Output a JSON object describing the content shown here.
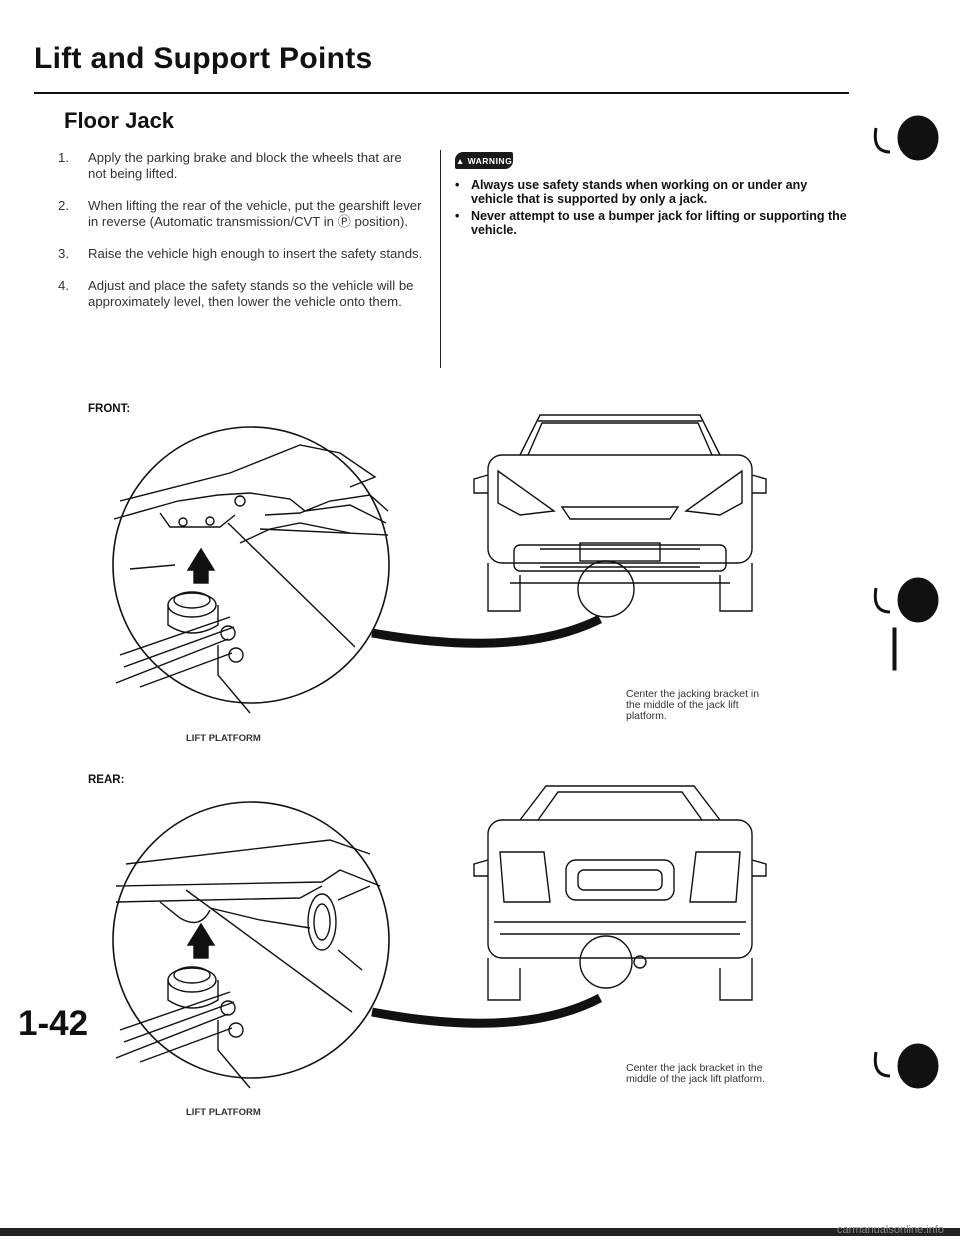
{
  "header": {
    "title": "Lift and Support Points"
  },
  "section": {
    "title": "Floor Jack"
  },
  "steps": [
    {
      "num": "1.",
      "text": "Apply the parking brake and block the wheels that are not being lifted."
    },
    {
      "num": "2.",
      "text": "When lifting the rear of the vehicle, put the gearshift lever in reverse (Automatic transmission/CVT in Ⓟ position)."
    },
    {
      "num": "3.",
      "text": "Raise the vehicle high enough to insert the safety stands."
    },
    {
      "num": "4.",
      "text": "Adjust and place the safety stands so the vehicle will be approximately level, then lower the vehicle onto them."
    }
  ],
  "warning": {
    "badge": "WARNING",
    "items": [
      "Always use safety stands when working on or under any vehicle that is supported by only a jack.",
      "Never attempt to use a bumper jack for lifting or supporting the vehicle."
    ]
  },
  "front": {
    "label": "FRONT:",
    "caption": "Center the jacking bracket in the middle of the jack lift platform.",
    "platform": "LIFT PLATFORM"
  },
  "rear": {
    "label": "REAR:",
    "caption": "Center the jack bracket in the middle of the jack lift platform.",
    "platform": "LIFT PLATFORM"
  },
  "footer": {
    "page_number": "1-42",
    "url": "carmanualsonline.info"
  },
  "colors": {
    "ink": "#111111",
    "page": "#ffffff"
  }
}
